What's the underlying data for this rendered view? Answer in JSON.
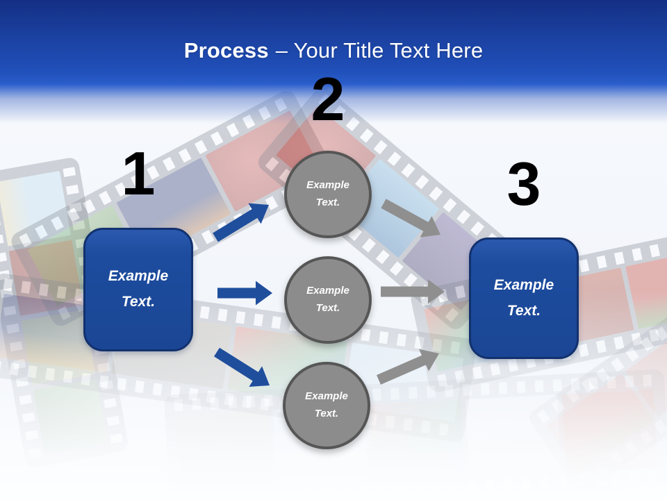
{
  "title": {
    "bold": "Process",
    "rest": "– Your Title Text Here"
  },
  "steps": [
    {
      "number": "1",
      "label": "Example Text."
    },
    {
      "number": "2",
      "circles": [
        {
          "label": "Example Text."
        },
        {
          "label": "Example Text."
        },
        {
          "label": "Example Text."
        }
      ]
    },
    {
      "number": "3",
      "label": "Example Text."
    }
  ],
  "colors": {
    "accent_blue": "#1f4e9c",
    "arrow_gray": "#8f8f8f",
    "box_blue": "#1d4c9e",
    "box_border": "#12316e",
    "circle_gray": "#8c8c8c",
    "circle_border": "#565656",
    "header_top": "#142f85",
    "header_bottom": "#2b5ecb",
    "number_color": "#000000",
    "title_color": "#ffffff"
  }
}
